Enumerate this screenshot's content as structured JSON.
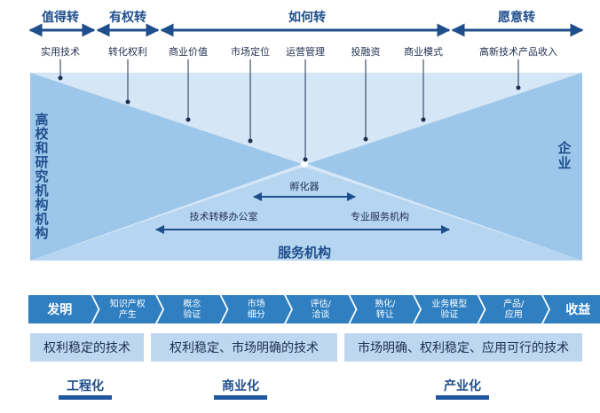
{
  "colors": {
    "navy": "#1f4e8c",
    "arrow_navy": "#2a5592",
    "light_blue": "#9cc7ea",
    "mid_blue": "#b5d5f0",
    "pale_blue": "#d5e6f6",
    "box_fill": "#bcd7ef",
    "chevron_blue": "#2f7fc1",
    "footer_tab": "#1f56a0"
  },
  "phases": {
    "p1": "值得转",
    "p2": "有权转",
    "p3": "如何转",
    "p4": "愿意转"
  },
  "pins": [
    "实用技术",
    "转化权利",
    "商业价值",
    "市场定位",
    "运营管理",
    "投融资",
    "商业模式",
    "高新技术产品收入"
  ],
  "left_region": "高校和研究机构机构",
  "right_region": "企业",
  "bottom_region": "服务机构",
  "incubator": "孵化器",
  "tech_office": "技术转移办公室",
  "professional_services": "专业服务机构",
  "chevrons": [
    {
      "lines": [
        "发明"
      ]
    },
    {
      "lines": [
        "知识产权",
        "产生"
      ]
    },
    {
      "lines": [
        "概念",
        "验证"
      ]
    },
    {
      "lines": [
        "市场",
        "细分"
      ]
    },
    {
      "lines": [
        "评估/",
        "洽谈"
      ]
    },
    {
      "lines": [
        "熟化/",
        "转让"
      ]
    },
    {
      "lines": [
        "业务模型",
        "验证"
      ]
    },
    {
      "lines": [
        "产品/",
        "应用"
      ]
    },
    {
      "lines": [
        "收益"
      ]
    }
  ],
  "outcomes": [
    "权利稳定的技术",
    "权利稳定、市场明确的技术",
    "市场明确、权利稳定、应用可行的技术"
  ],
  "stages": [
    "工程化",
    "商业化",
    "产业化"
  ]
}
